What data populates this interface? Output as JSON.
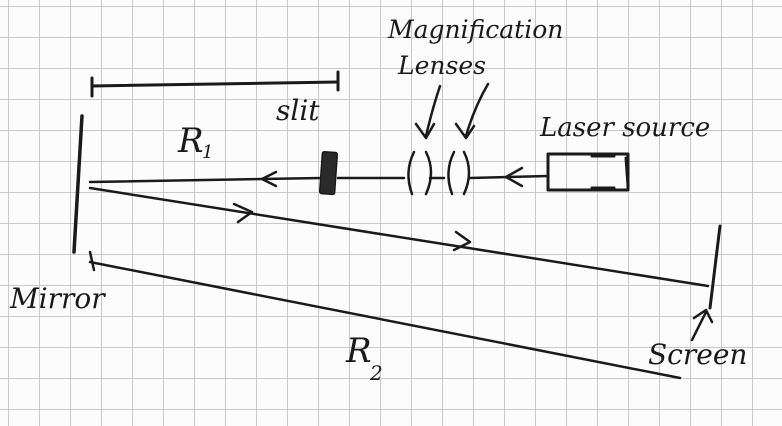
{
  "labels": {
    "magnification_line1": "Magnification",
    "magnification_line2": "Lenses",
    "slit": "slit",
    "laser_source": "Laser source",
    "mirror": "Mirror",
    "screen": "Screen",
    "r1": "R",
    "r1_sub": "1",
    "r2": "R",
    "r2_sub": "2"
  },
  "colors": {
    "ink": "#1a1a1a",
    "grid": "#c9c9c9",
    "paper": "#fcfcfc"
  }
}
